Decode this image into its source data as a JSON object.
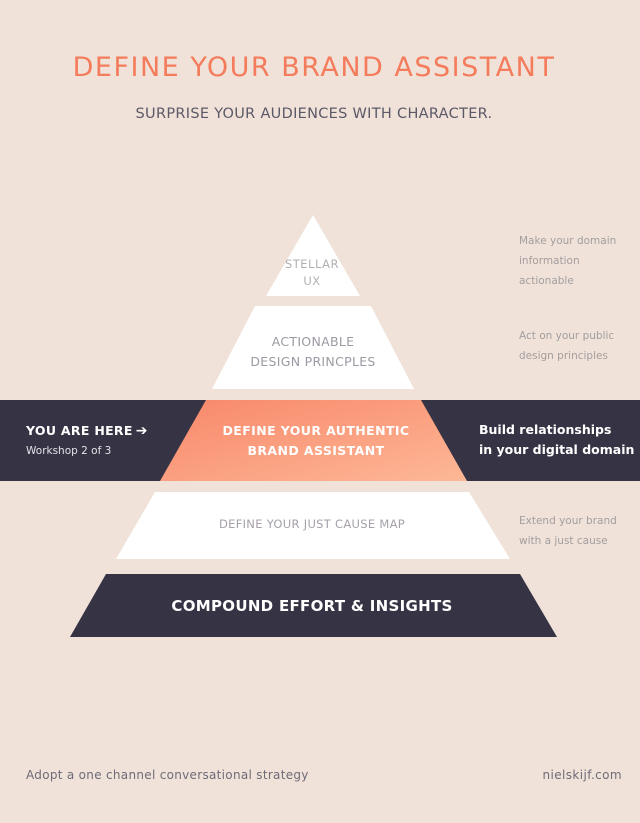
{
  "header": {
    "title": "DEFINE YOUR BRAND ASSISTANT",
    "subtitle": "SURPRISE YOUR AUDIENCES WITH CHARACTER."
  },
  "pyramid": {
    "levels": [
      {
        "line1": "STELLAR",
        "line2": "UX",
        "note_line1": "Make your domain",
        "note_line2": "information",
        "note_line3": "actionable"
      },
      {
        "line1": "ACTIONABLE",
        "line2": "DESIGN PRINCPLES",
        "note_line1": "Act on your public",
        "note_line2": "design principles"
      },
      {
        "line1": "DEFINE YOUR AUTHENTIC",
        "line2": "BRAND ASSISTANT",
        "note_line1": "Build relationships",
        "note_line2": "in your digital domain"
      },
      {
        "line1": "DEFINE YOUR JUST CAUSE MAP",
        "note_line1": "Extend your brand",
        "note_line2": "with a just cause"
      },
      {
        "line1": "COMPOUND EFFORT & INSIGHTS"
      }
    ]
  },
  "marker": {
    "label": "YOU ARE HERE",
    "arrow": "➔",
    "workshop": "Workshop 2 of 3"
  },
  "footer": {
    "strategy": "Adopt a one channel conversational strategy",
    "site": "nielskijf.com"
  },
  "colors": {
    "background": "#f0e2d8",
    "accent": "#f47c5c",
    "dark": "#363444",
    "white": "#ffffff"
  }
}
